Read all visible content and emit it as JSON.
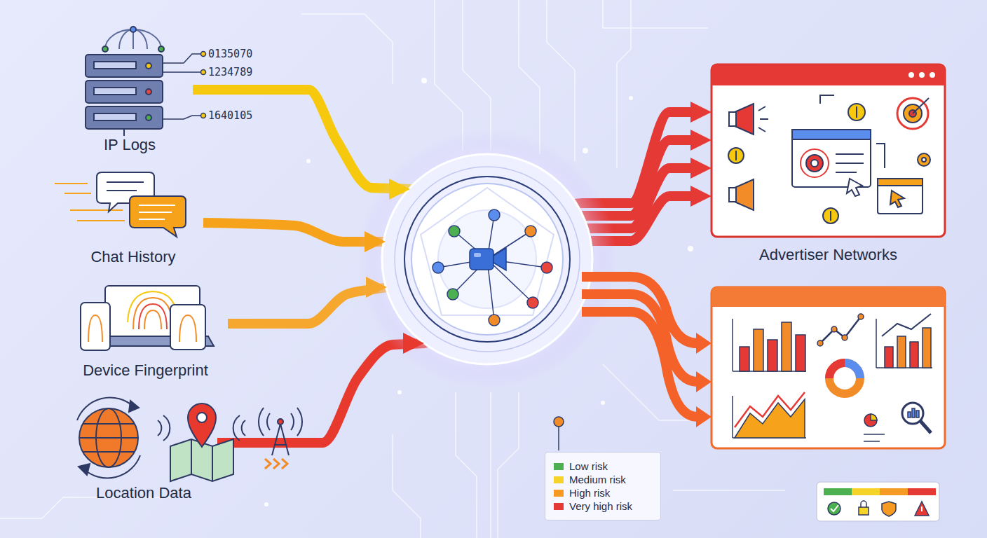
{
  "diagram": {
    "nodes": [
      {
        "text": [
          "IP Logs"
        ]
      },
      {
        "text": [
          "Chat History"
        ]
      },
      {
        "text": [
          "Device Fingerprint"
        ]
      },
      {
        "text": [
          "Location Data"
        ]
      },
      {
        "text": [
          "Advertiser Networks"
        ]
      }
    ],
    "edges": [
      {
        "from": 0,
        "to": 4,
        "arrow": "to"
      },
      {
        "from": 1,
        "to": 4,
        "arrow": "to"
      },
      {
        "from": 2,
        "to": 4,
        "arrow": "to"
      },
      {
        "from": 3,
        "to": 4,
        "arrow": "to"
      }
    ],
    "labels": [
      "0135070",
      "1234789",
      "1640105"
    ],
    "legend": [
      {
        "text": "Low risk",
        "color": "#4caf50"
      },
      {
        "text": "Medium risk",
        "color": "#f5d328"
      },
      {
        "text": "High risk",
        "color": "#f59a23"
      },
      {
        "text": "Very high risk",
        "color": "#e53935"
      }
    ]
  }
}
